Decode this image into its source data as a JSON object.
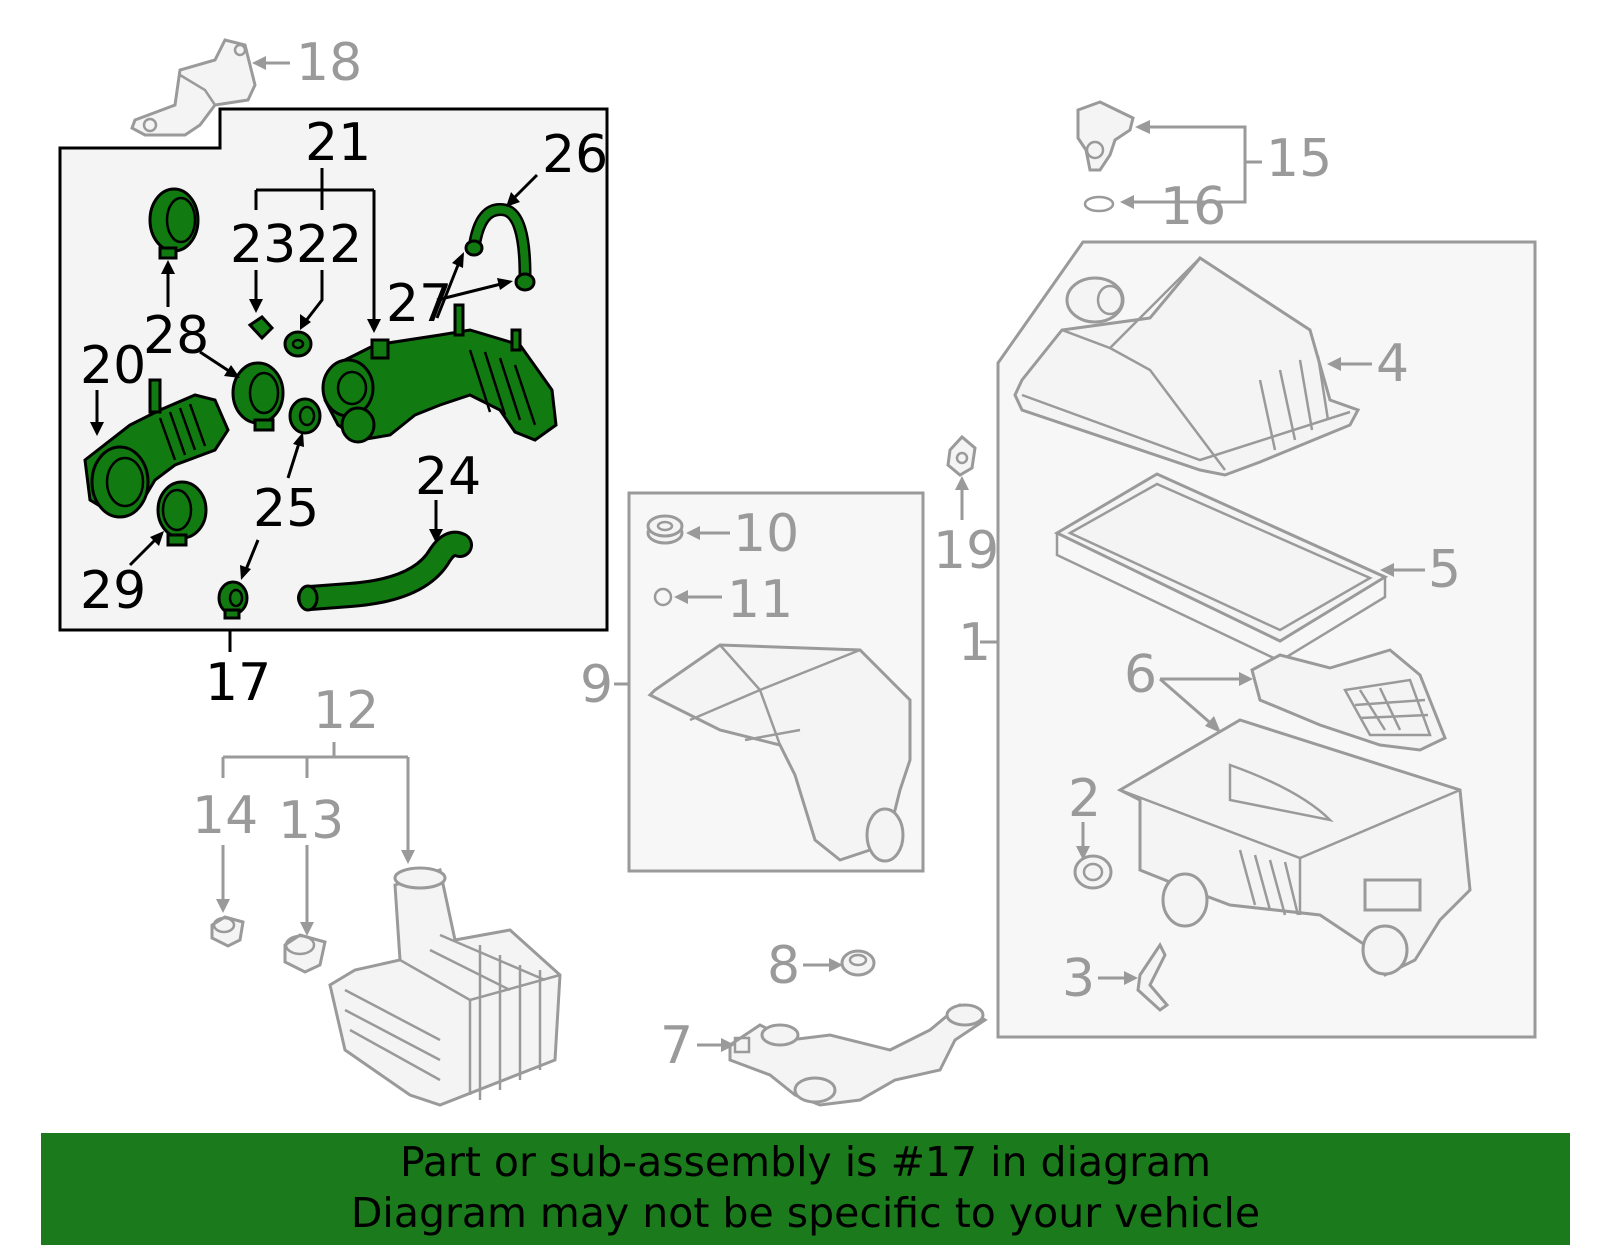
{
  "callouts": {
    "c1": "1",
    "c2": "2",
    "c3": "3",
    "c4": "4",
    "c5": "5",
    "c6": "6",
    "c7": "7",
    "c8": "8",
    "c9": "9",
    "c10": "10",
    "c11": "11",
    "c12": "12",
    "c13": "13",
    "c14": "14",
    "c15": "15",
    "c16": "16",
    "c17": "17",
    "c18": "18",
    "c19": "19",
    "c20": "20",
    "c21": "21",
    "c22": "22",
    "c23": "23",
    "c24": "24",
    "c25": "25",
    "c26": "26",
    "c27": "27",
    "c28": "28",
    "c29": "29"
  },
  "highlighted_part": "17",
  "banner": {
    "line1": "Part or sub-assembly is #17 in diagram",
    "line2": "Diagram may not be specific to your vehicle"
  },
  "colors": {
    "highlight_green": "#117a11",
    "banner_green": "#1b7a1b",
    "outline_gray": "#9a9a9a",
    "box_fill": "#f4f4f4"
  }
}
